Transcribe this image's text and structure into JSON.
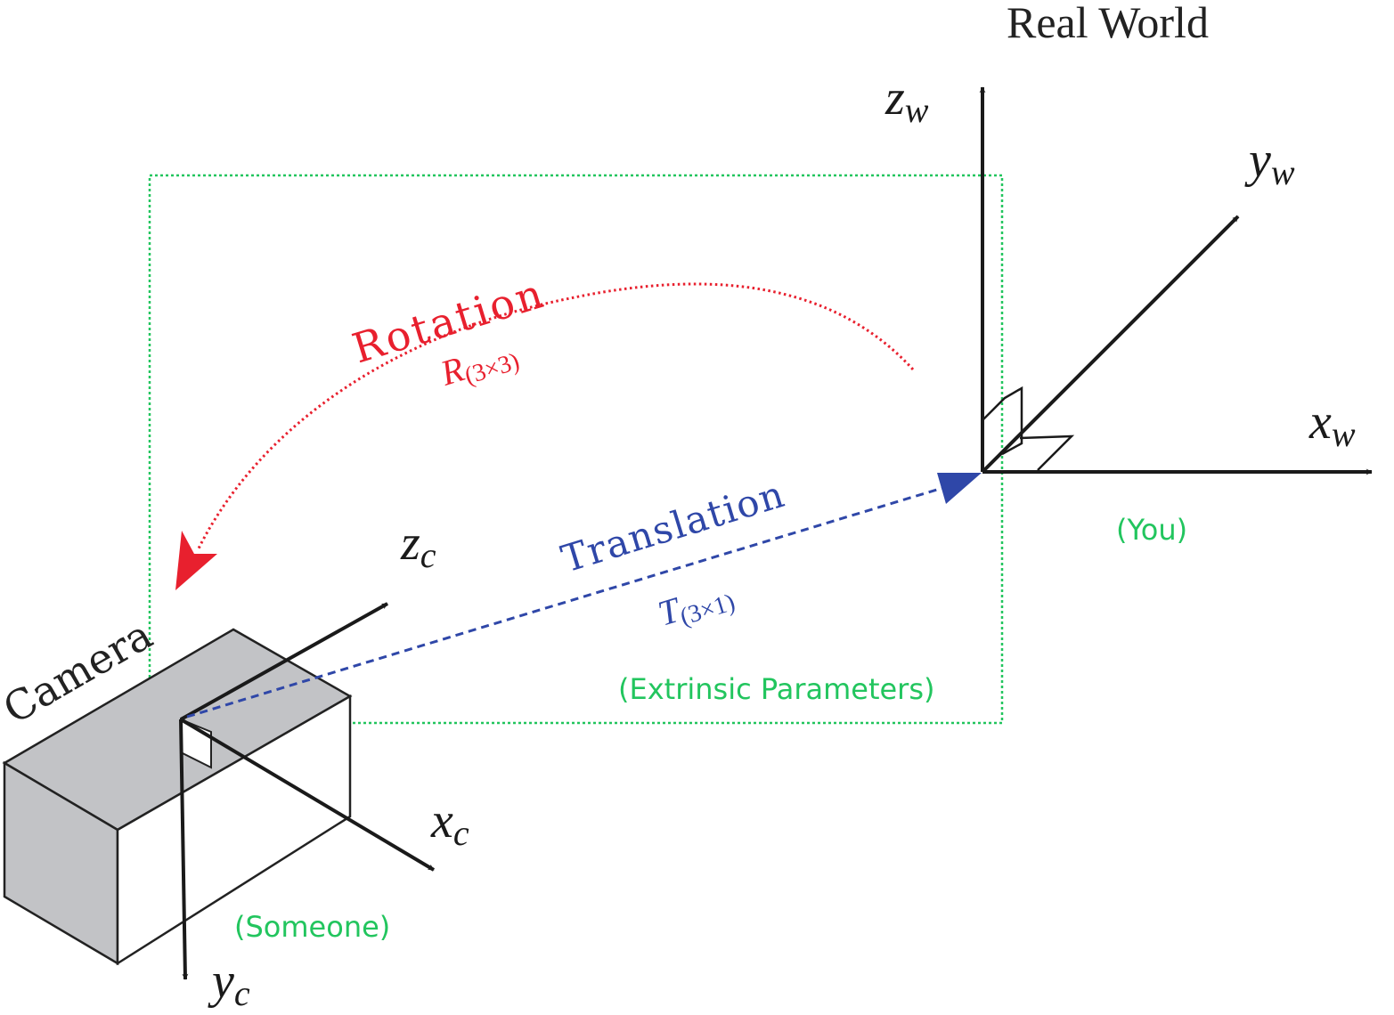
{
  "title": "Real World",
  "camera": {
    "label": "Camera"
  },
  "world_axes": {
    "z": "z",
    "y": "y",
    "x": "x",
    "subscript": "w"
  },
  "camera_axes": {
    "z": "z",
    "x": "x",
    "y": "y",
    "subscript": "c"
  },
  "rotation": {
    "label": "Rotation",
    "symbol": "R",
    "dims": "(3×3)"
  },
  "translation": {
    "label": "Translation",
    "symbol": "T",
    "dims": "(3×1)"
  },
  "annotations": {
    "you": "(You)",
    "someone": "(Someone)",
    "extrinsic": "(Extrinsic Parameters)"
  },
  "colors": {
    "axis": "#1a1a1a",
    "rotation": "#e8202e",
    "translation": "#2f47a8",
    "annotation": "#22c55e",
    "camera_fill": "#c2c3c6"
  }
}
